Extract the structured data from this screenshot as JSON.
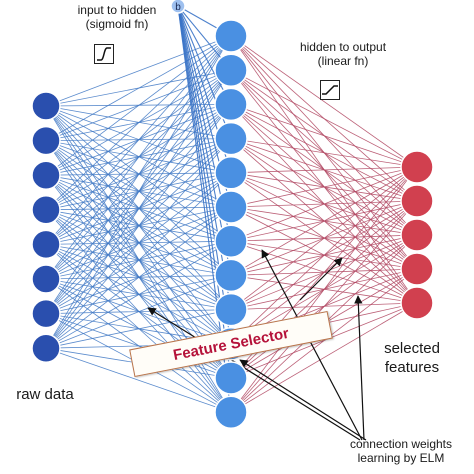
{
  "labels": {
    "input_to_hidden": "input to hidden",
    "sigmoid_fn": "(sigmoid fn)",
    "hidden_to_output": "hidden to output",
    "linear_fn": "(linear fn)",
    "bias": "b",
    "raw_data": "raw data",
    "selected": "selected",
    "features": "features",
    "feature_selector": "Feature Selector",
    "connection_weights": "connection weights",
    "learning_by_elm": "learning by ELM"
  },
  "layers": {
    "input_count": 8,
    "hidden_count": 12,
    "output_count": 5
  },
  "colors": {
    "input_node": "#2a4fae",
    "hidden_node": "#4a90e2",
    "output_node": "#d1404f",
    "input_edges": "#3f78c4",
    "output_edges": "#b04560",
    "bias_node": "#7aa9e6"
  }
}
